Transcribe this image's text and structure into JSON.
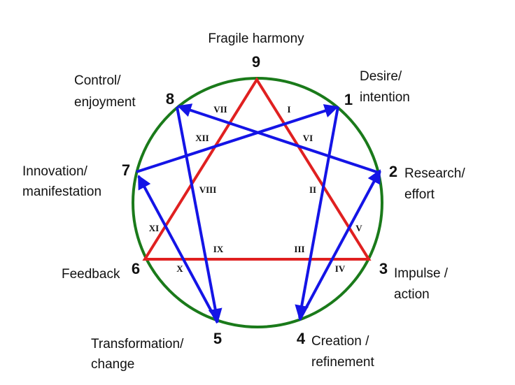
{
  "colors": {
    "circle": "#1a7a1a",
    "triangle": "#e02020",
    "hexad": "#1414e6",
    "text": "#111111"
  },
  "points": [
    {
      "number": "9",
      "label": [
        "Fragile harmony"
      ]
    },
    {
      "number": "1",
      "label": [
        "Desire/",
        "intention"
      ]
    },
    {
      "number": "2",
      "label": [
        "Research/",
        "effort"
      ]
    },
    {
      "number": "3",
      "label": [
        "Impulse /",
        "action"
      ]
    },
    {
      "number": "4",
      "label": [
        "Creation /",
        "refinement"
      ]
    },
    {
      "number": "5",
      "label": [
        "Transformation/",
        "change"
      ]
    },
    {
      "number": "6",
      "label": [
        "Feedback"
      ]
    },
    {
      "number": "7",
      "label": [
        "Innovation/",
        "manifestation"
      ]
    },
    {
      "number": "8",
      "label": [
        "Control/",
        "enjoyment"
      ]
    }
  ],
  "intersections": [
    "I",
    "II",
    "III",
    "IV",
    "V",
    "VI",
    "VII",
    "VIII",
    "IX",
    "X",
    "XI",
    "XII"
  ],
  "triangle_order": [
    "9",
    "3",
    "6"
  ],
  "hexad_order": [
    "1",
    "4",
    "2",
    "8",
    "5",
    "7"
  ]
}
